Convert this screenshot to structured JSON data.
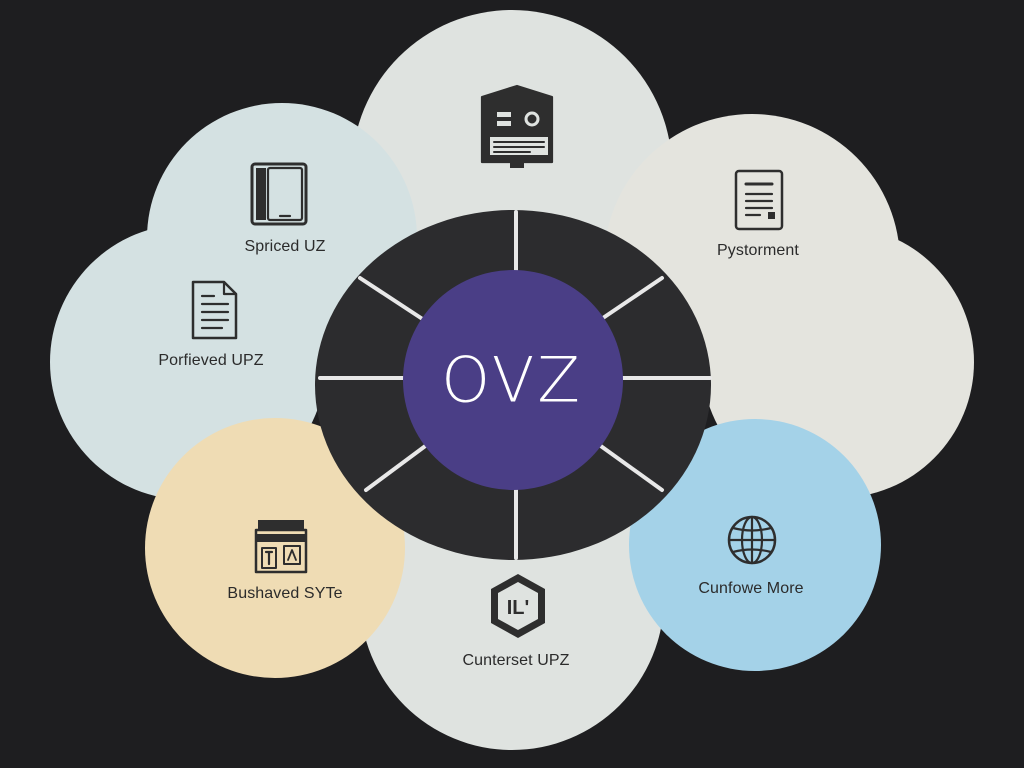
{
  "diagram": {
    "center": {
      "title": "OVZ",
      "color": "#4a3e86"
    },
    "ring_color": "#2c2c2e",
    "background": "#1e1e20",
    "nodes": [
      {
        "id": "top",
        "icon": "browser-window-icon",
        "label": "",
        "color": "#dfe3e0"
      },
      {
        "id": "top-left",
        "icon": "mobile-phone-icon",
        "label": "Spriced UZ",
        "color": "#d4e1e2"
      },
      {
        "id": "left",
        "icon": "document-icon",
        "label": "Porfieved UPZ",
        "color": "#d4e1e2"
      },
      {
        "id": "right",
        "icon": "report-document-icon",
        "label": "Pystorment",
        "color": "#e4e4de"
      },
      {
        "id": "bottom-left",
        "icon": "storefront-icon",
        "label": "Bushaved SYTe",
        "color": "#efdcb4"
      },
      {
        "id": "bottom",
        "icon": "hexagon-logo-icon",
        "label": "Cunterset UPZ",
        "color": "#dfe3e0"
      },
      {
        "id": "bottom-right",
        "icon": "globe-icon",
        "label": "Cunfowe More",
        "color": "#a4d2e8"
      }
    ],
    "hex_logo_text": "IL'"
  }
}
